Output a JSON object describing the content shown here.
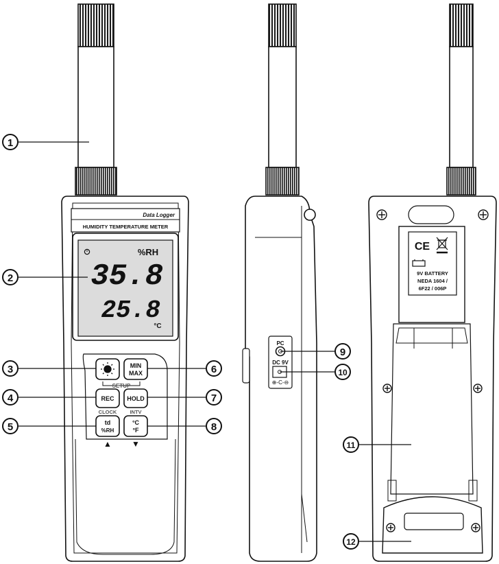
{
  "front": {
    "header_brand": "Data Logger",
    "header_title": "HUMIDITY TEMPERATURE METER",
    "lcd_unit_top": "%RH",
    "lcd_value_humidity": "35.8",
    "lcd_value_temperature": "25.8",
    "lcd_unit_bottom": "°C",
    "buttons": {
      "backlight_icon": "sun-backlight-icon",
      "minmax_line1": "MIN",
      "minmax_line2": "MAX",
      "setup_label": "SETUP",
      "rec_label": "REC",
      "clock_label": "CLOCK",
      "hold_label": "HOLD",
      "intv_label": "INTV",
      "td_line1": "td",
      "td_line2": "%RH",
      "unit_line1": "°C",
      "unit_line2": "°F",
      "up_arrow": "▲",
      "down_arrow": "▼"
    }
  },
  "side": {
    "pc_label": "PC",
    "dc_label": "DC 9V",
    "polarity_symbol": "⊕-C-⊖"
  },
  "back": {
    "ce_mark": "CE",
    "battery_text_1": "9V  BATTERY",
    "battery_text_2": "NEDA 1604 /",
    "battery_text_3": "6F22 / 006P"
  },
  "callouts": [
    "1",
    "2",
    "3",
    "4",
    "5",
    "6",
    "7",
    "8",
    "9",
    "10",
    "11",
    "12"
  ],
  "colors": {
    "ink": "#111111",
    "lcd": "#dcdcdc",
    "body": "#ffffff"
  }
}
